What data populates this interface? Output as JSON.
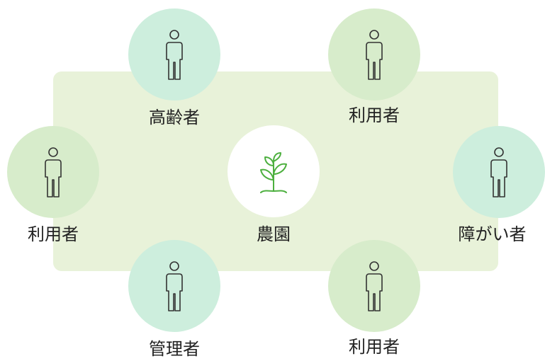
{
  "center": {
    "label": "農園",
    "icon": "sprout-icon",
    "color": "#4caf3e"
  },
  "nodes": [
    {
      "id": "elderly",
      "label": "高齢者",
      "icon": "person-icon",
      "color": "#cdeedd"
    },
    {
      "id": "user-top",
      "label": "利用者",
      "icon": "person-icon",
      "color": "#d7eccb"
    },
    {
      "id": "user-left",
      "label": "利用者",
      "icon": "person-icon",
      "color": "#d7eccb"
    },
    {
      "id": "disabled",
      "label": "障がい者",
      "icon": "person-icon",
      "color": "#cdeedd"
    },
    {
      "id": "manager",
      "label": "管理者",
      "icon": "person-icon",
      "color": "#cdeedd"
    },
    {
      "id": "user-bottom",
      "label": "利用者",
      "icon": "person-icon",
      "color": "#d7eccb"
    }
  ]
}
